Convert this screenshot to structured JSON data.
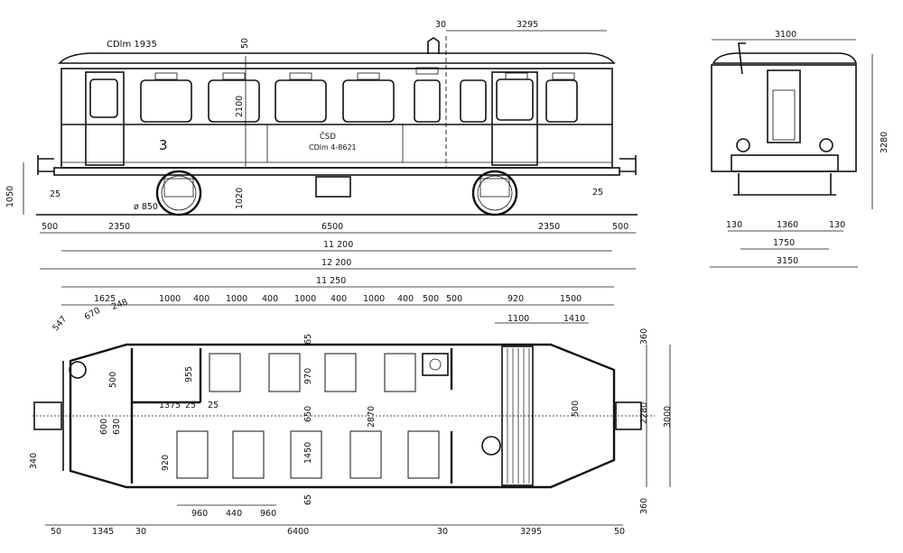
{
  "title": "CDlm 1935",
  "coach": {
    "class_number": "3",
    "operator": "ČSD",
    "designation": "CDlm 4-8621"
  },
  "side_view": {
    "dim_top_left": "30",
    "dim_top_right": "3295",
    "dim_50": "50",
    "dim_2100": "2100",
    "dim_1020": "1020",
    "dim_1050": "1050",
    "dim_25_left": "25",
    "dim_25_right": "25",
    "wheel_diameter": "ø 850",
    "row1": [
      "500",
      "2350",
      "6500",
      "2350",
      "500"
    ],
    "row2": "11 200",
    "row3": "12 200"
  },
  "end_view": {
    "width_top": "3100",
    "height": "3280",
    "dims_bottom": [
      "130",
      "1360",
      "130"
    ],
    "gauge": "1750",
    "width_total": "3150"
  },
  "plan_view": {
    "total_length": "11 250",
    "top_row": [
      "1625",
      "1000",
      "400",
      "1000",
      "400",
      "1000",
      "400",
      "1000",
      "400",
      "500",
      "500",
      "920",
      "1500"
    ],
    "upper_row": [
      "1100",
      "1410"
    ],
    "corner_dims": [
      "547",
      "670",
      "248"
    ],
    "interior": [
      "500",
      "955",
      "65",
      "970",
      "1375",
      "25",
      "25",
      "600",
      "630",
      "650",
      "2870",
      "1450",
      "920",
      "65",
      "500"
    ],
    "seat_row": [
      "960",
      "440",
      "960"
    ],
    "right_dims": [
      "360",
      "2280",
      "3000",
      "360"
    ],
    "left_dim": "340",
    "bottom_row": [
      "50",
      "1345",
      "30",
      "6400",
      "30",
      "3295",
      "50"
    ]
  }
}
